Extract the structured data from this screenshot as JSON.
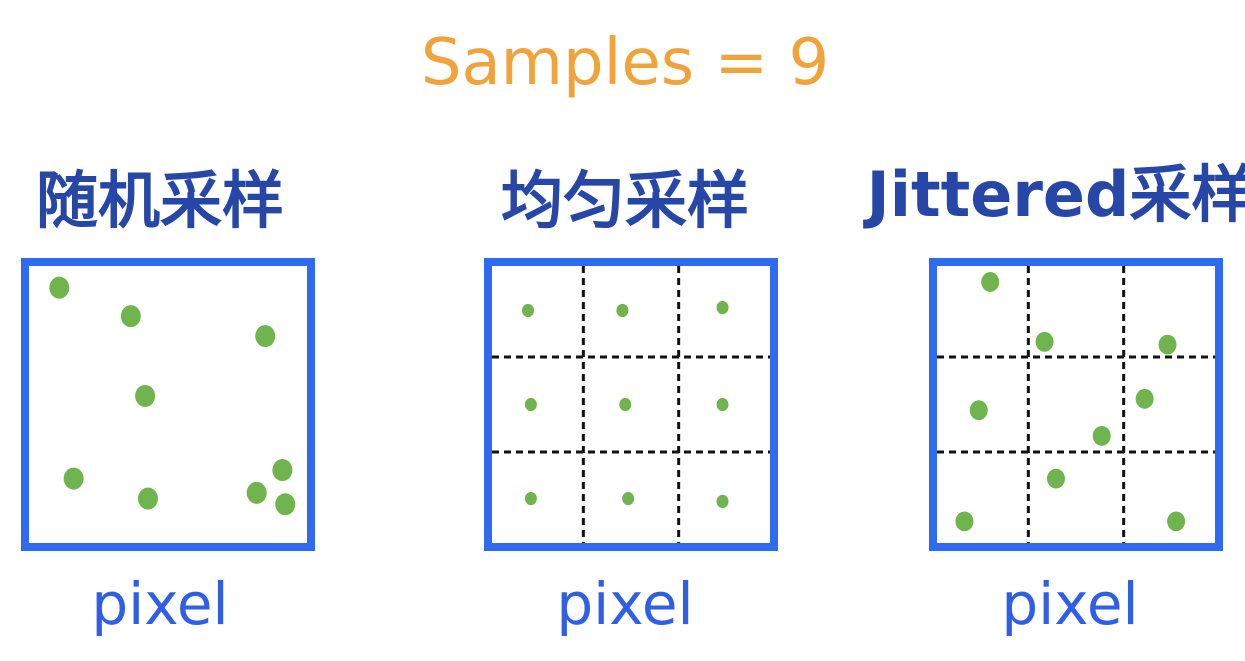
{
  "title": "Samples = 9",
  "panels": [
    {
      "title": "随机采样",
      "label": "pixel",
      "grid": 1,
      "samples": [
        [
          0.12,
          0.09
        ],
        [
          0.37,
          0.19
        ],
        [
          0.84,
          0.26
        ],
        [
          0.42,
          0.47
        ],
        [
          0.17,
          0.76
        ],
        [
          0.43,
          0.83
        ],
        [
          0.81,
          0.81
        ],
        [
          0.9,
          0.73
        ],
        [
          0.91,
          0.85
        ]
      ]
    },
    {
      "title": "均匀采样",
      "label": "pixel",
      "grid": 3,
      "samples": [
        [
          0.14,
          0.17
        ],
        [
          0.47,
          0.17
        ],
        [
          0.82,
          0.16
        ],
        [
          0.15,
          0.5
        ],
        [
          0.48,
          0.5
        ],
        [
          0.82,
          0.5
        ],
        [
          0.15,
          0.83
        ],
        [
          0.49,
          0.83
        ],
        [
          0.82,
          0.84
        ]
      ]
    },
    {
      "title": "Jittered采样",
      "label": "pixel",
      "grid": 3,
      "samples": [
        [
          0.2,
          0.07
        ],
        [
          0.39,
          0.28
        ],
        [
          0.82,
          0.29
        ],
        [
          0.16,
          0.52
        ],
        [
          0.74,
          0.48
        ],
        [
          0.59,
          0.61
        ],
        [
          0.43,
          0.76
        ],
        [
          0.11,
          0.91
        ],
        [
          0.85,
          0.91
        ]
      ]
    }
  ]
}
